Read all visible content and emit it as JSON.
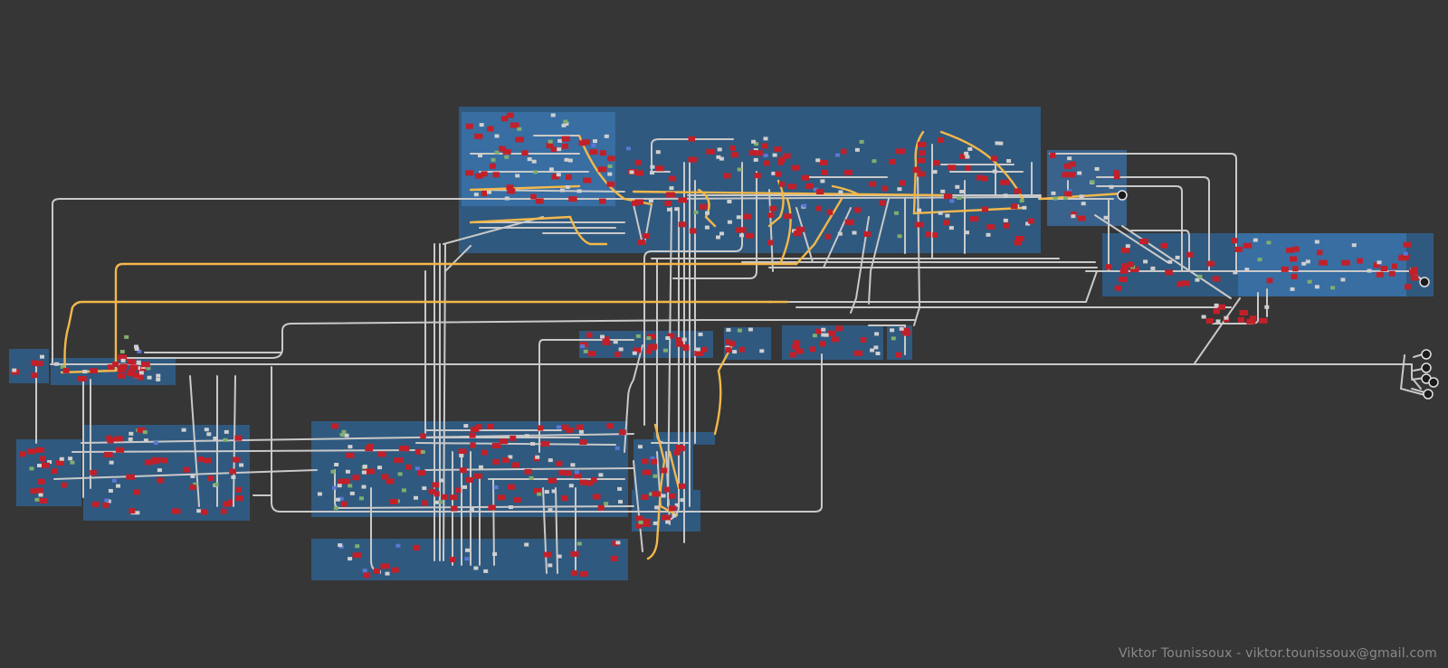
{
  "footer": {
    "credit": "Viktor Tounissoux - viktor.tounissoux@gmail.com"
  },
  "colors": {
    "background": "#363636",
    "frame": "#3c6e9e",
    "frame_dark": "#2f5b86",
    "wire": "#c8c8c8",
    "wire_highlight": "#f2b84b",
    "node_red": "#c1202a",
    "node_gray": "#cfcfcf",
    "node_green": "#7fae6e",
    "node_blue": "#5a78d6"
  },
  "graph": {
    "frame_count": 20,
    "output_node_count": 7,
    "icons": {
      "node": "graph-node-icon",
      "output": "output-node-icon"
    }
  }
}
